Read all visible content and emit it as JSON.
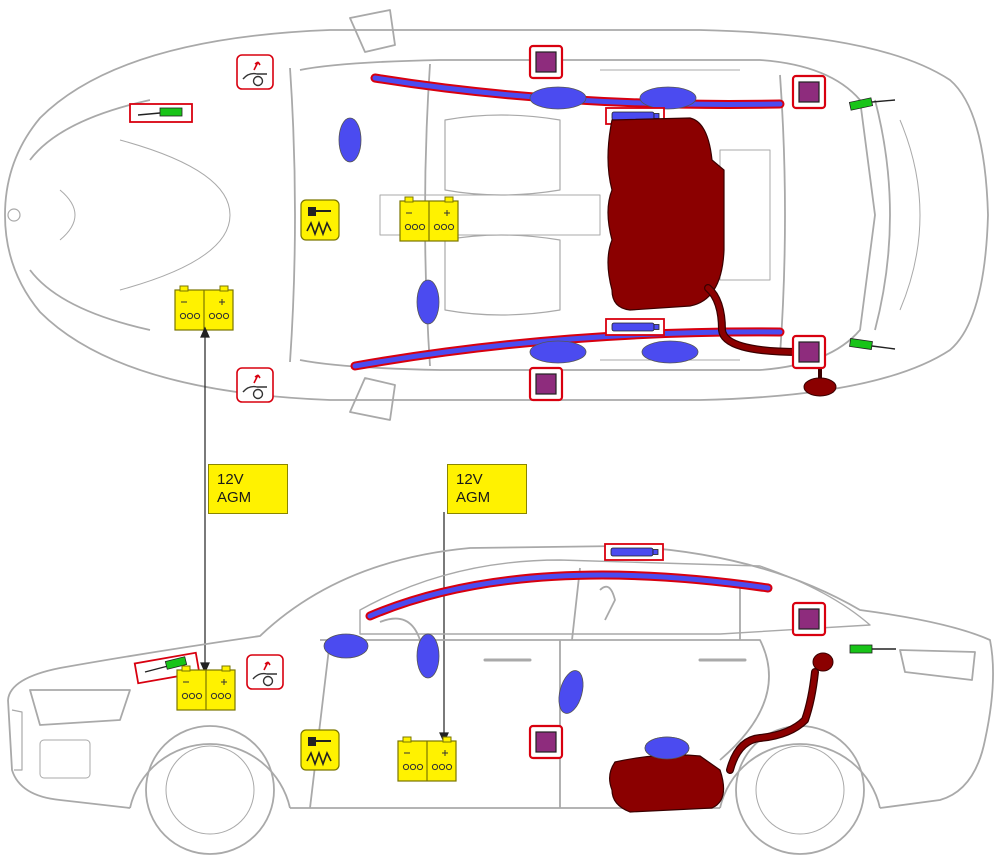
{
  "colors": {
    "outline": "#a9a9a9",
    "airbag": "#4b4bf0",
    "curtain_airbag_outline": "#d8000f",
    "fuel_tank": "#8b0000",
    "battery": "#fff200",
    "sensor_module": "#8e2c7d",
    "gas_strut": "#18c418",
    "hood_actuator_icon": "#d8000f"
  },
  "icons": [
    "car-top-view-outline",
    "car-side-view-outline",
    "airbag-icon",
    "curtain-airbag-icon",
    "inflator-icon",
    "sensor-module-icon",
    "gas-strut-icon",
    "fuel-tank-icon",
    "battery-12v-icon",
    "seatbelt-pretensioner-icon",
    "active-hood-icon"
  ],
  "callouts": [
    {
      "line1": "12V",
      "line2": "AGM"
    },
    {
      "line1": "12V",
      "line2": "AGM"
    }
  ]
}
